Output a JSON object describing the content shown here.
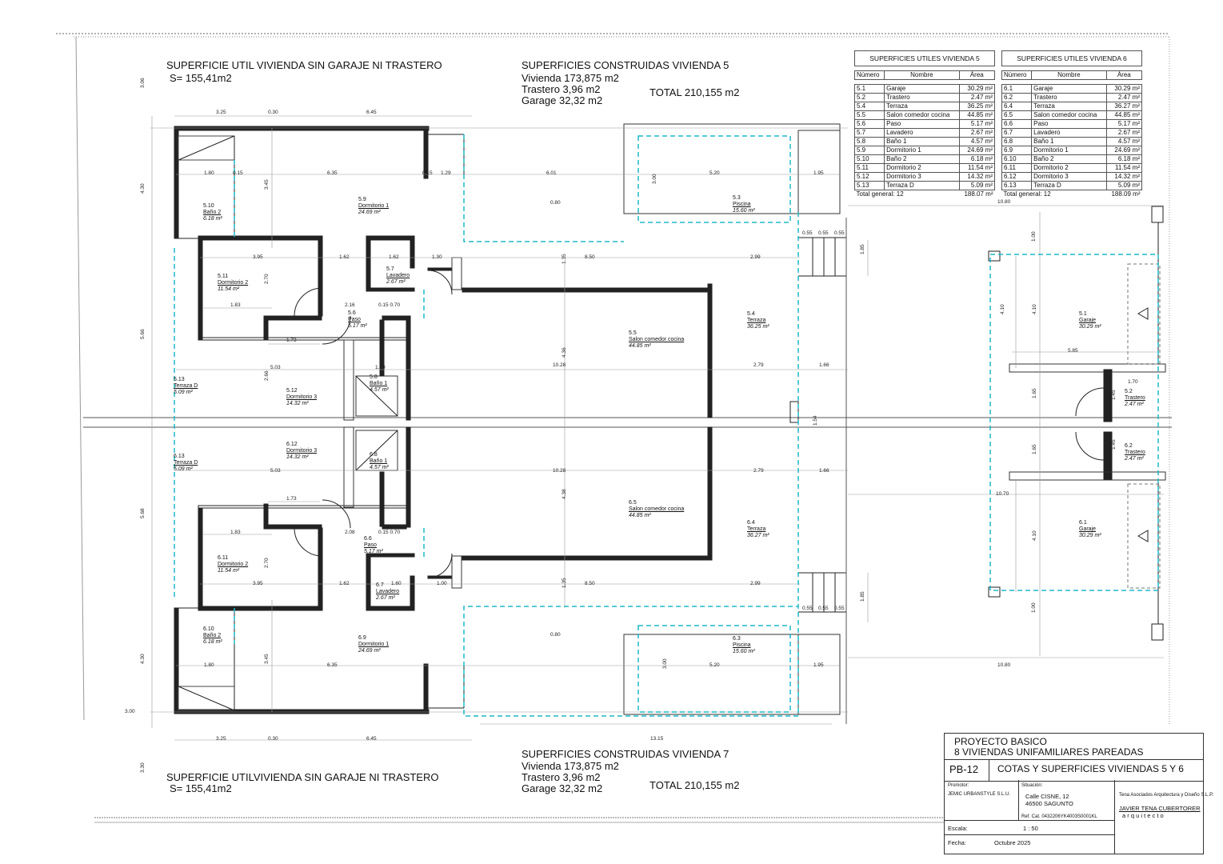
{
  "headings": {
    "top_left": {
      "title": "SUPERFICIE UTIL VIVIENDA SIN GARAJE NI TRASTERO",
      "area": "S= 155,41m2"
    },
    "top_center": {
      "title": "SUPERFICIES CONSTRUIDAS VIVIENDA 5",
      "vivienda": "Vivienda 173,875 m2",
      "trastero": "Trastero    3,96 m2",
      "garage": "Garage   32,32 m2",
      "total": "TOTAL 210,155 m2"
    },
    "bottom_left": {
      "title": "SUPERFICIE UTILVIVIENDA SIN GARAJE NI TRASTERO",
      "area": "S= 155,41m2"
    },
    "bottom_center": {
      "title": "SUPERFICIES CONSTRUIDAS VIVIENDA 7",
      "vivienda": "Vivienda 173,875 m2",
      "trastero": "Trastero    3,96 m2",
      "garage": "Garage   32,32 m2",
      "total": "TOTAL 210,155 m2"
    }
  },
  "tables": [
    {
      "title": "SUPERFICIES UTILES VIVIENDA  5",
      "headers": [
        "Número",
        "Nombre",
        "Área"
      ],
      "rows": [
        [
          "5.1",
          "Garaje",
          "30.29 m²"
        ],
        [
          "5.2",
          "Trastero",
          "2.47 m²"
        ],
        [
          "5.4",
          "Terraza",
          "36.25 m²"
        ],
        [
          "5.5",
          "Salon comedor cocina",
          "44.85 m²"
        ],
        [
          "5.6",
          "Paso",
          "5.17 m²"
        ],
        [
          "5.7",
          "Lavadero",
          "2.67 m²"
        ],
        [
          "5.8",
          "Baño 1",
          "4.57 m²"
        ],
        [
          "5.9",
          "Dormitorio 1",
          "24.69 m²"
        ],
        [
          "5.10",
          "Baño 2",
          "6.18 m²"
        ],
        [
          "5.11",
          "Dormitorio 2",
          "11.54 m²"
        ],
        [
          "5.12",
          "Dormitorio 3",
          "14.32 m²"
        ],
        [
          "5.13",
          "Terraza D",
          "5.09 m²"
        ]
      ],
      "total_label": "Total general: 12",
      "total_value": "188.07 m²"
    },
    {
      "title": "SUPERFICIES UTILES VIVIENDA  6",
      "headers": [
        "Número",
        "Nombre",
        "Área"
      ],
      "rows": [
        [
          "6.1",
          "Garaje",
          "30.29 m²"
        ],
        [
          "6.2",
          "Trastero",
          "2.47 m²"
        ],
        [
          "6.4",
          "Terraza",
          "36.27 m²"
        ],
        [
          "6.5",
          "Salon comedor cocina",
          "44.85 m²"
        ],
        [
          "6.6",
          "Paso",
          "5.17 m²"
        ],
        [
          "6.7",
          "Lavadero",
          "2.67 m²"
        ],
        [
          "6.8",
          "Baño 1",
          "4.57 m²"
        ],
        [
          "6.9",
          "Dormitorio 1",
          "24.69 m²"
        ],
        [
          "6.10",
          "Baño 2",
          "6.18 m²"
        ],
        [
          "6.11",
          "Dormitorio 2",
          "11.54 m²"
        ],
        [
          "6.12",
          "Dormitorio 3",
          "14.32 m²"
        ],
        [
          "6.13",
          "Terraza D",
          "5.09 m²"
        ]
      ],
      "total_label": "Total general: 12",
      "total_value": "188.09 m²"
    }
  ],
  "rooms": {
    "r510": {
      "n": "5.10",
      "name": "Baño 2",
      "area": "6.18 m²"
    },
    "r59": {
      "n": "5.9",
      "name": "Dormitorio 1",
      "area": "24.69 m²"
    },
    "r53": {
      "n": "5.3",
      "name": "Piscina",
      "area": "15.60 m²"
    },
    "r511": {
      "n": "5.11",
      "name": "Dormitorio 2",
      "area": "11.54 m²"
    },
    "r57": {
      "n": "5.7",
      "name": "Lavadero",
      "area": "2.67 m²"
    },
    "r56": {
      "n": "5.6",
      "name": "Paso",
      "area": "5.17 m²"
    },
    "r55": {
      "n": "5.5",
      "name": "Salon comedor cocina",
      "area": "44.85 m²"
    },
    "r54": {
      "n": "5.4",
      "name": "Terraza",
      "area": "36.25 m²"
    },
    "r513": {
      "n": "5.13",
      "name": "Terraza D",
      "area": "5.09 m²"
    },
    "r512": {
      "n": "5.12",
      "name": "Dormitorio 3",
      "area": "14.32 m²"
    },
    "r58": {
      "n": "5.8",
      "name": "Baño 1",
      "area": "4.57 m²"
    },
    "r51": {
      "n": "5.1",
      "name": "Garaje",
      "area": "30.29 m²"
    },
    "r52": {
      "n": "5.2",
      "name": "Trastero",
      "area": "2.47 m²"
    },
    "r613": {
      "n": "6.13",
      "name": "Terraza D",
      "area": "5.09 m²"
    },
    "r612": {
      "n": "6.12",
      "name": "Dormitorio 3",
      "area": "14.32 m²"
    },
    "r68": {
      "n": "6.8",
      "name": "Baño 1",
      "area": "4.57 m²"
    },
    "r65": {
      "n": "6.5",
      "name": "Salon comedor cocina",
      "area": "44.85 m²"
    },
    "r64": {
      "n": "6.4",
      "name": "Terraza",
      "area": "36.27 m²"
    },
    "r62": {
      "n": "6.2",
      "name": "Trastero",
      "area": "2.47 m²"
    },
    "r61": {
      "n": "6.1",
      "name": "Garaje",
      "area": "30.29 m²"
    },
    "r66": {
      "n": "6.6",
      "name": "Paso",
      "area": "5.17 m²"
    },
    "r611": {
      "n": "6.11",
      "name": "Dormitorio 2",
      "area": "11.54 m²"
    },
    "r67": {
      "n": "6.7",
      "name": "Lavadero",
      "area": "2.67 m²"
    },
    "r610": {
      "n": "6.10",
      "name": "Baño 2",
      "area": "6.18 m²"
    },
    "r69": {
      "n": "6.9",
      "name": "Dormitorio 1",
      "area": "24.69 m²"
    },
    "r63": {
      "n": "6.3",
      "name": "Piscina",
      "area": "15.60 m²"
    }
  },
  "dimensions": {
    "d1": "3.25",
    "d2": "0.30",
    "d3": "6.45",
    "d4": "1.80",
    "d5": "0.15",
    "d6": "6.35",
    "d7": "0.15",
    "d8": "1.29",
    "d9": "6.01",
    "d10": "5.20",
    "d11": "1.95",
    "d12": "3.95",
    "d13": "1.62",
    "d14": "1.62",
    "d15": "1.30",
    "d16": "8.50",
    "d17": "2.99",
    "d18": "1.83",
    "d19": "2.16",
    "d20": "0.15 0.70",
    "d21": "1.73",
    "d22": "5.03",
    "d23": "1.80",
    "d24": "10.28",
    "d25": "2.79",
    "d26": "1.66",
    "d27": "0.80",
    "d28": "0.55",
    "d29": "0.55",
    "d30": "0.55",
    "d31": "10.80",
    "d32": "5.85",
    "d33": "1.70",
    "d34": "10.70",
    "d35": "3.25",
    "d36": "0.30",
    "d37": "6.45",
    "d38": "13.15",
    "d39": "1.80",
    "d40": "6.35",
    "d41": "5.20",
    "d42": "1.95",
    "d43": "10.80",
    "d44": "3.00",
    "d45": "3.95",
    "d46": "1.62",
    "d47": "8.50",
    "d48": "2.99",
    "d49": "1.00",
    "d50": "1.83",
    "d51": "2.08",
    "d52": "0.15 0.70",
    "d53": "1.73",
    "d54": "5.03",
    "d55": "10.28",
    "d56": "2.79",
    "d57": "1.66",
    "d58": "0.80",
    "d59": "1.60",
    "d60": "0.55",
    "d61": "0.55",
    "d62": "0.55"
  },
  "vdimensions": {
    "v1": "3.06",
    "v2": "4.30",
    "v3": "5.66",
    "v4": "5.68",
    "v5": "4.30",
    "v6": "3.30",
    "v7": "3.45",
    "v8": "3.00",
    "v9": "4.36",
    "v10": "4.38",
    "v11": "4.10",
    "v12": "4.10",
    "v13": "1.65",
    "v14": "1.65",
    "v15": "4.10",
    "v16": "1.85",
    "v17": "1.85",
    "v18": "1.00",
    "v19": "1.00",
    "v20": "1.45",
    "v21": "1.45",
    "v22": "1.54",
    "v23": "2.70",
    "v24": "2.70",
    "v25": "2.66",
    "v26": "1.35",
    "v27": "1.35",
    "v28": "3.45",
    "v29": "3.00"
  },
  "title_block": {
    "project": "PROYECTO BASICO",
    "subject": "8 VIVIENDAS UNIFAMILIARES   PAREADAS",
    "code": "PB-12",
    "sheet": "COTAS Y SUPERFICIES VIVIENDAS 5 Y 6",
    "promotor_label": "Promotor:",
    "promotor": "JEMIC URBANSTYLE S.L.U.",
    "situacion_label": "Situación:",
    "address1": "Calle  CISNE, 12",
    "address2": "46500  SAGUNTO",
    "ref": "Ref. Cat. 0432206YK4003S0001KL",
    "studio": "Tena Asociados Arquitectura y Diseño S.L.P.",
    "architect": "JAVIER TENA CUBERTORER",
    "architect_role": "a r q u i t e c t o",
    "escala_label": "Escala:",
    "escala": "1 : 50",
    "fecha_label": "Fecha:",
    "fecha": "Octubre 2025"
  },
  "colors": {
    "lines": "#1a1a1a",
    "dashed_boundary": "#1fb8c8",
    "light_lines": "#8a8a8a"
  }
}
